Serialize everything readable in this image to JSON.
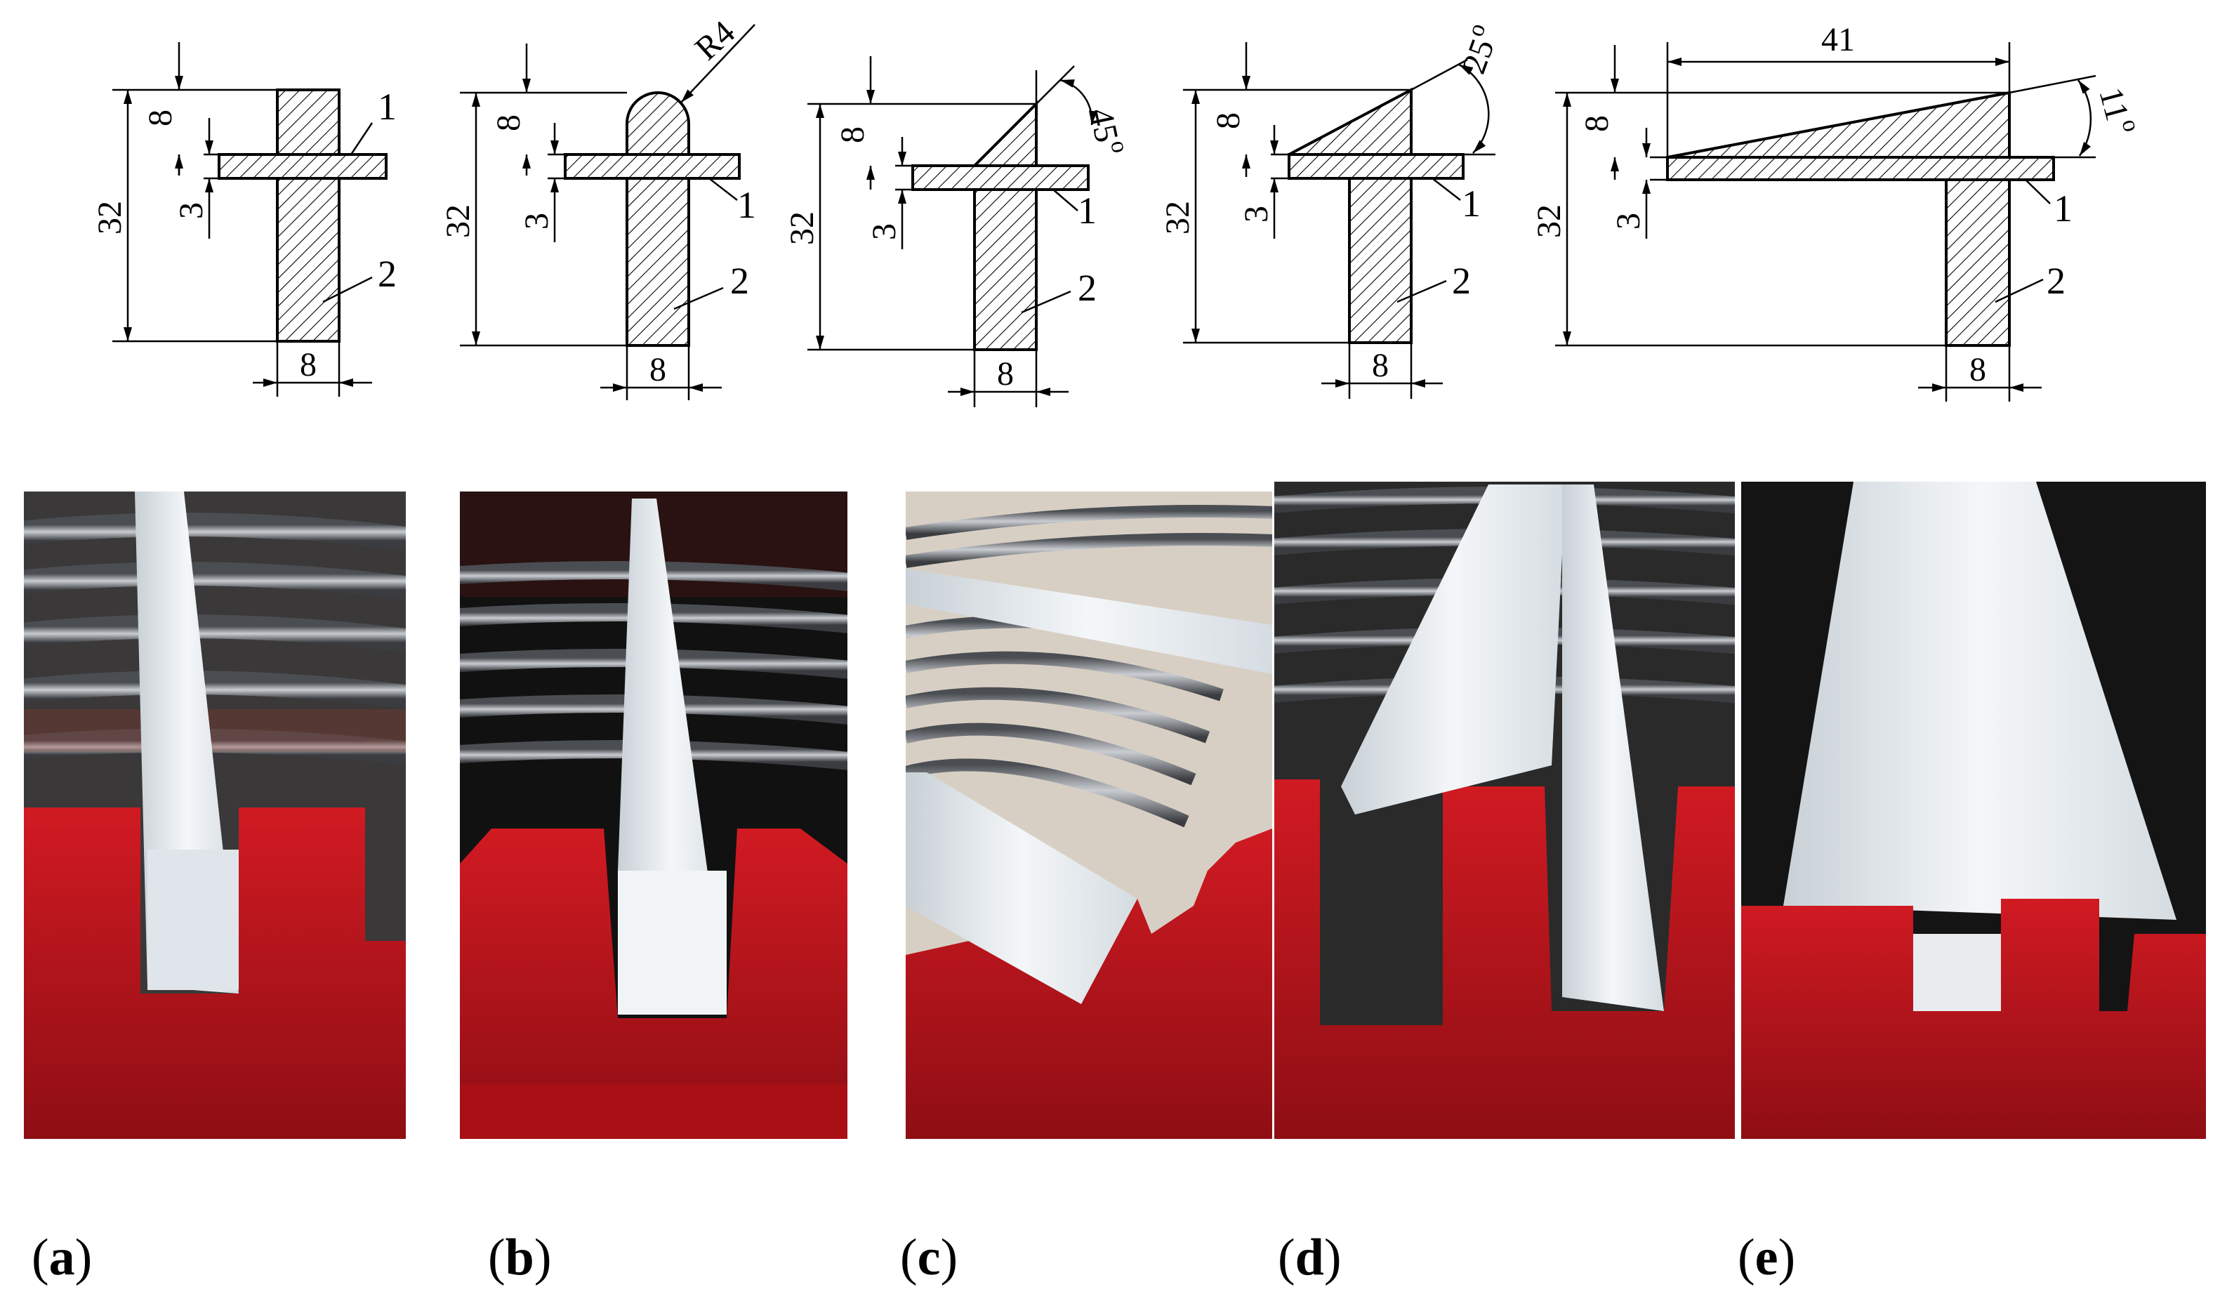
{
  "panels": [
    {
      "id": "a",
      "caption_letter": "a",
      "dims": {
        "total_height": "32",
        "top_height": "8",
        "plate_thickness": "3",
        "width": "8"
      },
      "callouts": {
        "plate": "1",
        "bar": "2"
      },
      "profile": "rectangular"
    },
    {
      "id": "b",
      "caption_letter": "b",
      "dims": {
        "total_height": "32",
        "top_height": "8",
        "plate_thickness": "3",
        "width": "8",
        "radius": "R4"
      },
      "callouts": {
        "plate": "1",
        "bar": "2"
      },
      "profile": "rounded"
    },
    {
      "id": "c",
      "caption_letter": "c",
      "dims": {
        "total_height": "32",
        "top_height": "8",
        "plate_thickness": "3",
        "width": "8",
        "angle": "45",
        "angle_unit": "o"
      },
      "callouts": {
        "plate": "1",
        "bar": "2"
      },
      "profile": "chamfer-45"
    },
    {
      "id": "d",
      "caption_letter": "d",
      "dims": {
        "total_height": "32",
        "top_height": "8",
        "plate_thickness": "3",
        "width": "8",
        "angle": "25",
        "angle_unit": "o"
      },
      "callouts": {
        "plate": "1",
        "bar": "2"
      },
      "profile": "wedge-25"
    },
    {
      "id": "e",
      "caption_letter": "e",
      "dims": {
        "total_height": "32",
        "top_height": "8",
        "plate_thickness": "3",
        "width": "8",
        "angle": "11",
        "angle_unit": "o",
        "length": "41"
      },
      "callouts": {
        "plate": "1",
        "bar": "2"
      },
      "profile": "wedge-11"
    }
  ],
  "colors": {
    "ink": "#000000",
    "red_holder": "#b3141a",
    "white_bar": "#eef2f4",
    "wire_grey": "#7a7d82",
    "dark_bg": "#1c1c1c"
  }
}
